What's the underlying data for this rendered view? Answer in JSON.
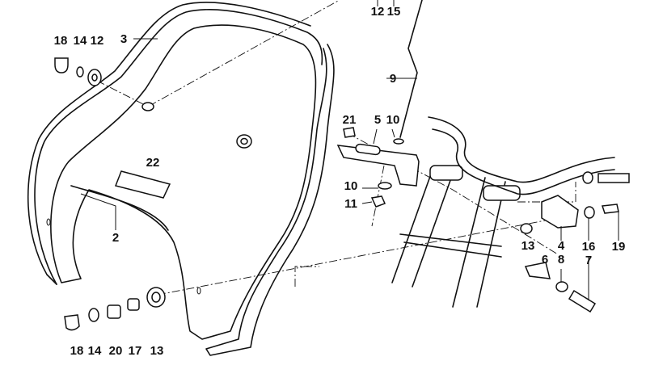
{
  "diagram": {
    "title": "Windshield and mounting parts exploded view",
    "callouts": [
      {
        "id": "c1",
        "text": "18"
      },
      {
        "id": "c2",
        "text": "14"
      },
      {
        "id": "c3",
        "text": "12"
      },
      {
        "id": "c4",
        "text": "3"
      },
      {
        "id": "c5",
        "text": "12"
      },
      {
        "id": "c6",
        "text": "15"
      },
      {
        "id": "c7",
        "text": "9"
      },
      {
        "id": "c8",
        "text": "21"
      },
      {
        "id": "c9",
        "text": "5"
      },
      {
        "id": "c10",
        "text": "10"
      },
      {
        "id": "c11",
        "text": "22"
      },
      {
        "id": "c12",
        "text": "10"
      },
      {
        "id": "c13",
        "text": "11"
      },
      {
        "id": "c14",
        "text": "2"
      },
      {
        "id": "c15",
        "text": "13"
      },
      {
        "id": "c16",
        "text": "4"
      },
      {
        "id": "c17",
        "text": "16"
      },
      {
        "id": "c18",
        "text": "19"
      },
      {
        "id": "c19",
        "text": "6"
      },
      {
        "id": "c20",
        "text": "8"
      },
      {
        "id": "c21",
        "text": "7"
      },
      {
        "id": "c22",
        "text": "18"
      },
      {
        "id": "c23",
        "text": "14"
      },
      {
        "id": "c24",
        "text": "20"
      },
      {
        "id": "c25",
        "text": "17"
      },
      {
        "id": "c26",
        "text": "13"
      }
    ]
  }
}
